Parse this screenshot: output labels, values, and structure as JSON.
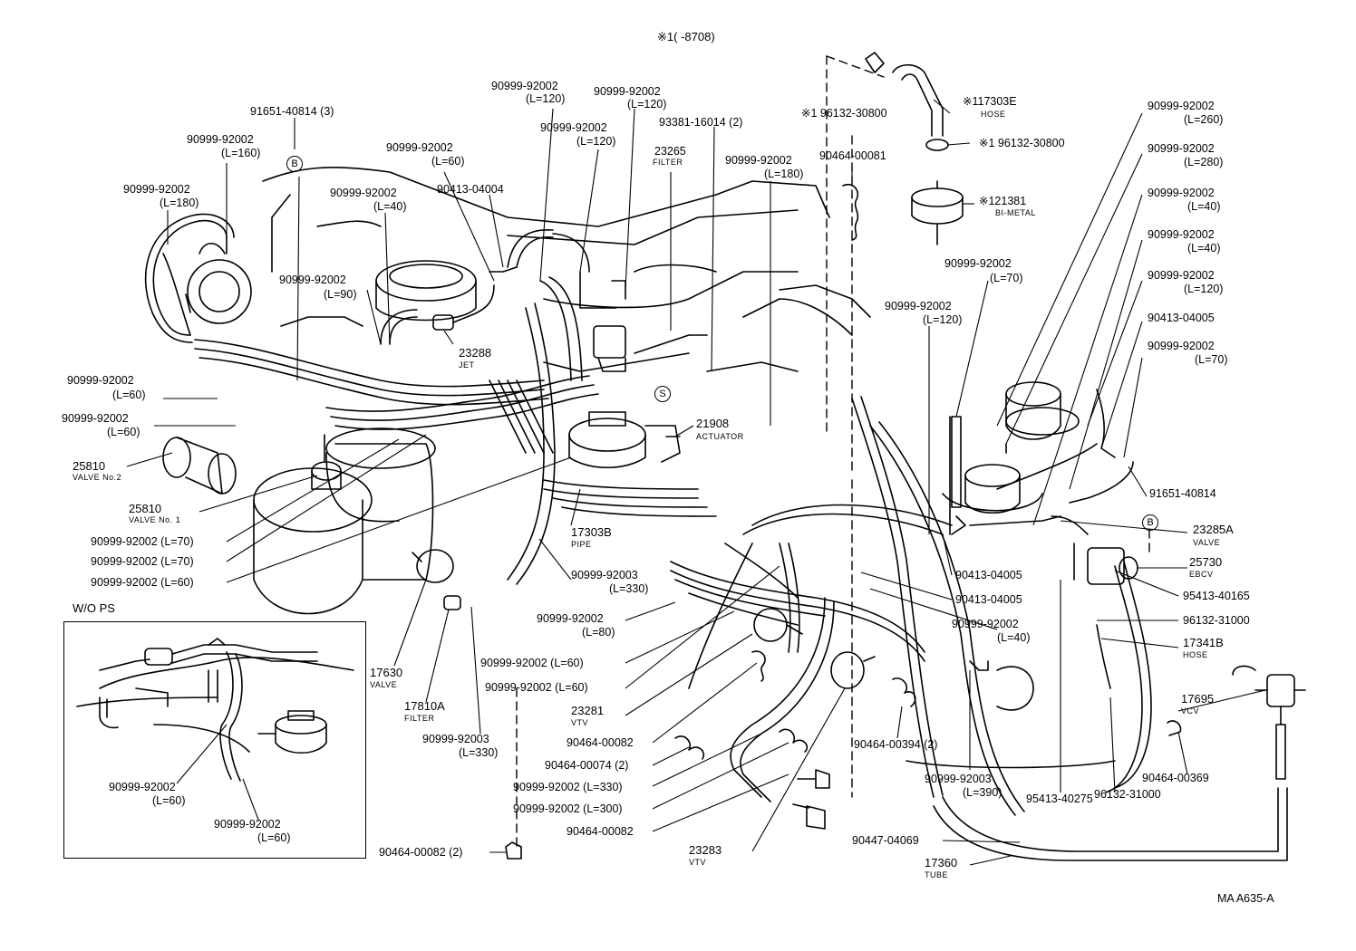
{
  "header": {
    "code": "※1(            -8708)"
  },
  "drawing_id": "MA A635-A",
  "inset": {
    "title": "W/O PS"
  },
  "markers": {
    "b1": "B",
    "b2": "B",
    "s": "S"
  },
  "labels": {
    "l01a": "90999-92002",
    "l01b": "(L=120)",
    "l02a": "90999-92002",
    "l02b": "(L=120)",
    "l03a": "90999-92002",
    "l03b": "(L=120)",
    "l04a": "93381-16014 (2)",
    "l05a": "91651-40814 (3)",
    "l06a": "90999-92002",
    "l06b": "(L=160)",
    "l07a": "90999-92002",
    "l07b": "(L=60)",
    "l08a": "23265",
    "l08b": "FILTER",
    "l09a": "90999-92002",
    "l09b": "(L=180)",
    "l10a": "90999-92002",
    "l10b": "(L=40)",
    "l11a": "90413-04004",
    "l12a": "90999-92002",
    "l12b": "(L=90)",
    "l13a": "23288",
    "l13b": "JET",
    "l14a": "90999-92002",
    "l14b": "(L=180)",
    "l15a": "90464-00081",
    "l16a": "※1 96132-30800",
    "l17a": "※117303E",
    "l17b": "HOSE",
    "l18a": "※1 96132-30800",
    "l19a": "※121381",
    "l19b": "BI-METAL",
    "l20a": "90999-92002",
    "l20b": "(L=260)",
    "l21a": "90999-92002",
    "l21b": "(L=280)",
    "l22a": "90999-92002",
    "l22b": "(L=40)",
    "l23a": "90999-92002",
    "l23b": "(L=40)",
    "l24a": "90999-92002",
    "l24b": "(L=120)",
    "l25a": "90413-04005",
    "l26a": "90999-92002",
    "l26b": "(L=70)",
    "l27a": "90999-92002",
    "l27b": "(L=70)",
    "l28a": "90999-92002",
    "l28b": "(L=120)",
    "l29a": "90999-92002",
    "l29b": "(L=60)",
    "l30a": "90999-92002",
    "l30b": "(L=60)",
    "l31a": "25810",
    "l31b": "VALVE No.2",
    "l32a": "25810",
    "l32b": "VALVE No. 1",
    "l33a": "90999-92002 (L=70)",
    "l34a": "90999-92002 (L=70)",
    "l35a": "90999-92002 (L=60)",
    "l36a": "21908",
    "l36b": "ACTUATOR",
    "l37a": "17303B",
    "l37b": "PIPE",
    "l38a": "90999-92003",
    "l38b": "(L=330)",
    "l39a": "91651-40814",
    "l40a": "23285A",
    "l40b": "VALVE",
    "l41a": "25730",
    "l41b": "EBCV",
    "l42a": "90413-04005",
    "l43a": "90413-04005",
    "l44a": "95413-40165",
    "l45a": "96132-31000",
    "l46a": "17341B",
    "l46b": "HOSE",
    "l47a": "90999-92002",
    "l47b": "(L=40)",
    "l48a": "17695",
    "l48b": "VCV",
    "l49a": "90999-92002",
    "l49b": "(L=80)",
    "l50a": "90999-92002 (L=60)",
    "l51a": "90999-92002 (L=60)",
    "l52a": "23281",
    "l52b": "VTV",
    "l53a": "17630",
    "l53b": "VALVE",
    "l54a": "17810A",
    "l54b": "FILTER",
    "l55a": "90464-00082",
    "l56a": "90464-00074 (2)",
    "l57a": "90999-92002 (L=330)",
    "l58a": "90999-92002 (L=300)",
    "l59a": "90464-00082",
    "l60a": "90999-92003",
    "l60b": "(L=330)",
    "l61a": "23283",
    "l61b": "VTV",
    "l62a": "90464-00394 (2)",
    "l63a": "90999-92003",
    "l63b": "(L=390)",
    "l64a": "95413-40275",
    "l65a": "96132-31000",
    "l66a": "90464-00369",
    "l67a": "90447-04069",
    "l68a": "17360",
    "l68b": "TUBE",
    "l69a": "90464-00082 (2)",
    "l70a": "90999-92002",
    "l70b": "(L=60)",
    "l71a": "90999-92002",
    "l71b": "(L=60)"
  }
}
